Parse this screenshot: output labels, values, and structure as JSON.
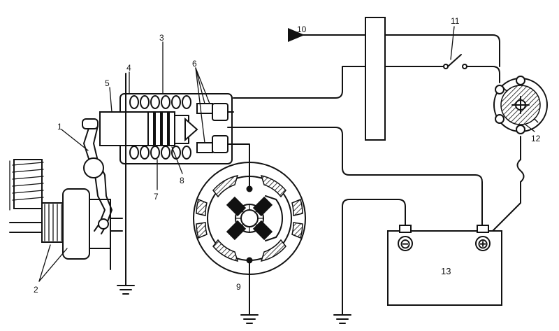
{
  "labels": {
    "l1": "1",
    "l2": "2",
    "l3": "3",
    "l4": "4",
    "l5": "5",
    "l6": "6",
    "l7": "7",
    "l8": "8",
    "l9": "9",
    "l10": "10",
    "l11": "11",
    "l12": "12",
    "l13": "13"
  },
  "battery": {
    "negative_symbol": "⊖",
    "positive_symbol": "⊕"
  },
  "colors": {
    "line": "#111111",
    "background": "#ffffff"
  }
}
